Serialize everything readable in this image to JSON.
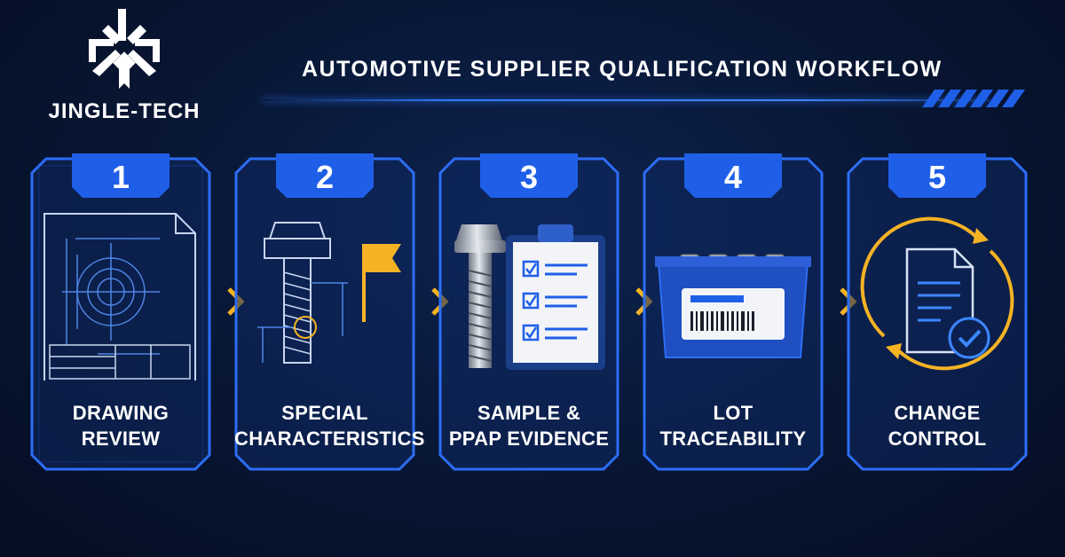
{
  "brand": {
    "name": "JINGLE-TECH",
    "logo_icon": "snowflake-arrows-logo"
  },
  "title": "AUTOMOTIVE SUPPLIER QUALIFICATION WORKFLOW",
  "colors": {
    "accent_blue": "#1f5fe8",
    "frame_blue": "#2d6df6",
    "highlight_yellow": "#f5b324",
    "background": "#081633"
  },
  "steps": [
    {
      "number": "1",
      "line1": "DRAWING",
      "line2": "REVIEW",
      "icon": "technical-drawing-icon"
    },
    {
      "number": "2",
      "line1": "SPECIAL",
      "line2": "CHARACTERISTICS",
      "icon": "flanged-bolt-with-flag-icon"
    },
    {
      "number": "3",
      "line1": "SAMPLE &",
      "line2": "PPAP EVIDENCE",
      "icon": "bolt-and-checklist-icon"
    },
    {
      "number": "4",
      "line1": "LOT",
      "line2": "TRACEABILITY",
      "icon": "parts-bin-with-barcode-icon"
    },
    {
      "number": "5",
      "line1": "CHANGE",
      "line2": "CONTROL",
      "icon": "document-cycle-check-icon"
    }
  ]
}
